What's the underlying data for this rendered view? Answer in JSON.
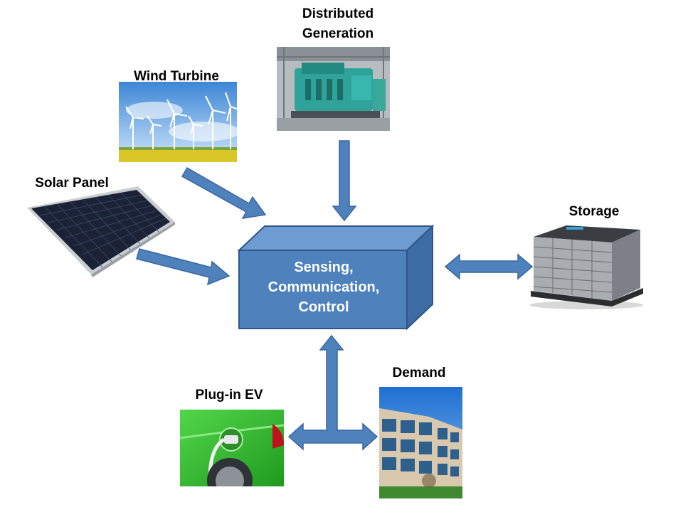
{
  "nodes": {
    "distributed_generation": {
      "line1": "Distributed",
      "line2": "Generation"
    },
    "wind_turbine": "Wind Turbine",
    "solar_panel": "Solar Panel",
    "storage": "Storage",
    "demand": "Demand",
    "plug_in_ev": "Plug-in EV"
  },
  "hub": {
    "line1": "Sensing,",
    "line2": "Communication,",
    "line3": "Control"
  },
  "colors": {
    "arrow": "#4F81BD",
    "arrow_stroke": "#3A67A0",
    "hub_front": "#4F81BD",
    "hub_top": "#6E9BD1",
    "hub_side": "#3D6BA3"
  }
}
